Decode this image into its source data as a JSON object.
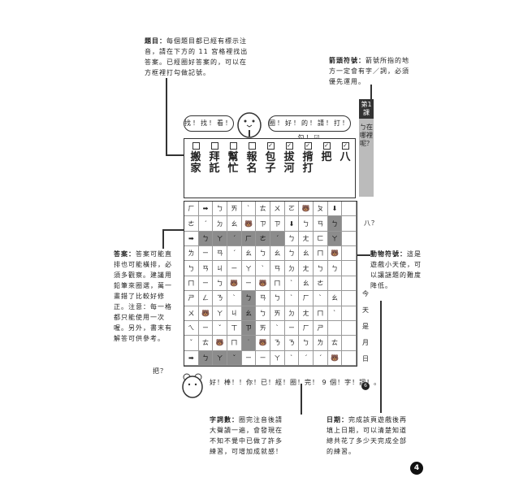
{
  "notes": {
    "question_title": "題目：",
    "question_body": "每個題目都已經有標示注音，請在下方的 11 宮格裡找出答案。已經圈好答案的，可以在方框裡打勾做記號。",
    "arrow_title": "箭頭符號：",
    "arrow_body": "箭號所指的地方一定會有字／詞，必須優先運用。",
    "answer_title": "答案：",
    "answer_body": "答案可能直排也可能橫排，必須多觀察。建議用鉛筆來圈選，萬一畫錯了比較好修正。注意：每一格都只能使用一次喔。另外，書末有解答可供參考。",
    "animal_title": "動物符號：",
    "animal_body": "這是遊戲小天使，可以讓謎題的難度降低。",
    "count_title": "字詞數：",
    "count_body": "圈完注音後請大聲讀一遍，會發現在不知不覺中已做了許多練習，可增加成就感！",
    "date_title": "日期：",
    "date_body": "完成該頁遊戲後再填上日期，可以清楚知道總共花了多少天完成全部的練習。"
  },
  "bubbles": {
    "left": "找！找！看！",
    "right": "圈！好！的！請！打！勾！☑"
  },
  "words": [
    {
      "checked": false,
      "text": "搬家"
    },
    {
      "checked": false,
      "text": "拜託"
    },
    {
      "checked": false,
      "text": "幫忙"
    },
    {
      "checked": false,
      "text": "報名"
    },
    {
      "checked": true,
      "text": "包子"
    },
    {
      "checked": true,
      "text": "拔河"
    },
    {
      "checked": true,
      "text": "揹打"
    },
    {
      "checked": true,
      "text": "把"
    },
    {
      "checked": true,
      "text": "八"
    }
  ],
  "lesson": {
    "label": "第1課",
    "topic": "ㄅ在哪裡呢？"
  },
  "grid": [
    [
      "ㄏ",
      "➡",
      "ㄅ",
      "ㄞ",
      "ˋ",
      "ㄊ",
      "ㄨ",
      "ㄛ",
      "🐻",
      "ㄆ",
      "⬇",
      ""
    ],
    [
      "ㄜ",
      "ˊ",
      "ㄉ",
      "ㄠ",
      "🐻",
      "ㄗ",
      "ㄗ",
      "⬇",
      "ㄅ",
      "ㄢ",
      "ㄅ",
      ""
    ],
    [
      "➡",
      "ㄅ",
      "ㄚ",
      "ˊ",
      "ㄏ",
      "ㄜ",
      "ˊ",
      "ㄅ",
      "ㄤ",
      "ㄈ",
      "ㄚ",
      ""
    ],
    [
      "ㄌ",
      "ㄧ",
      "ㄢ",
      "ˊ",
      "ㄠ",
      "ㄅ",
      "ㄠ",
      "ㄅ",
      "ㄠ",
      "ㄇ",
      "🐻",
      ""
    ],
    [
      "ㄅ",
      "ㄢ",
      "ㄐ",
      "ㄧ",
      "ㄚ",
      "ˋ",
      "ㄢ",
      "ㄉ",
      "ㄤ",
      "ㄅ",
      "ㄅ",
      ""
    ],
    [
      "ㄇ",
      "ㄧ",
      "ㄅ",
      "🐻",
      "ㄧ",
      "🐻",
      "ㄇ",
      "ˋ",
      "ㄠ",
      "ㄜ",
      "",
      ""
    ],
    [
      "ㄕ",
      "ㄥ",
      "ㄋ",
      "ˋ",
      "ㄅ",
      "ㄢ",
      "ㄅ",
      "ˋ",
      "ㄏ",
      "ˋ",
      "ㄠ",
      ""
    ],
    [
      "ㄨ",
      "🐻",
      "ㄚ",
      "ㄐ",
      "ㄠ",
      "ㄅ",
      "ㄞ",
      "ㄉ",
      "ㄤ",
      "ㄇ",
      "ˋ",
      ""
    ],
    [
      "ㄟ",
      "ㄧ",
      "ˇ",
      "ㄒ",
      "ㄗ",
      "ㄞ",
      "ˋ",
      "ㄧ",
      "ㄏ",
      "ㄕ",
      "",
      ""
    ],
    [
      "ˇ",
      "ㄊ",
      "🐻",
      "ㄇ",
      "˙",
      "🐻",
      "ㄋ",
      "ㄋ",
      "ㄅ",
      "ㄌ",
      "ㄊ",
      ""
    ],
    [
      "➡",
      "ㄅ",
      "ㄚ",
      "ˇ",
      "ㄧ",
      "ㄧ",
      "ㄚ",
      "ˋ",
      "ˊ",
      "ˊ",
      "🐻",
      ""
    ]
  ],
  "highlights": [
    [
      1,
      10
    ],
    [
      2,
      1
    ],
    [
      2,
      2
    ],
    [
      2,
      3
    ],
    [
      2,
      4
    ],
    [
      2,
      5
    ],
    [
      2,
      6
    ],
    [
      2,
      10
    ],
    [
      6,
      4
    ],
    [
      7,
      4
    ],
    [
      8,
      4
    ],
    [
      9,
      4
    ],
    [
      10,
      1
    ],
    [
      10,
      2
    ],
    [
      10,
      3
    ]
  ],
  "side_labels": {
    "ba_right": "八？",
    "ba_left": "把？",
    "date_vertical": "今天是　月　日"
  },
  "summary": {
    "text": "好！棒！！你！已！經！圈！完！ 9 個！字！詞！。",
    "circle_num": "6"
  },
  "page_number": "4"
}
